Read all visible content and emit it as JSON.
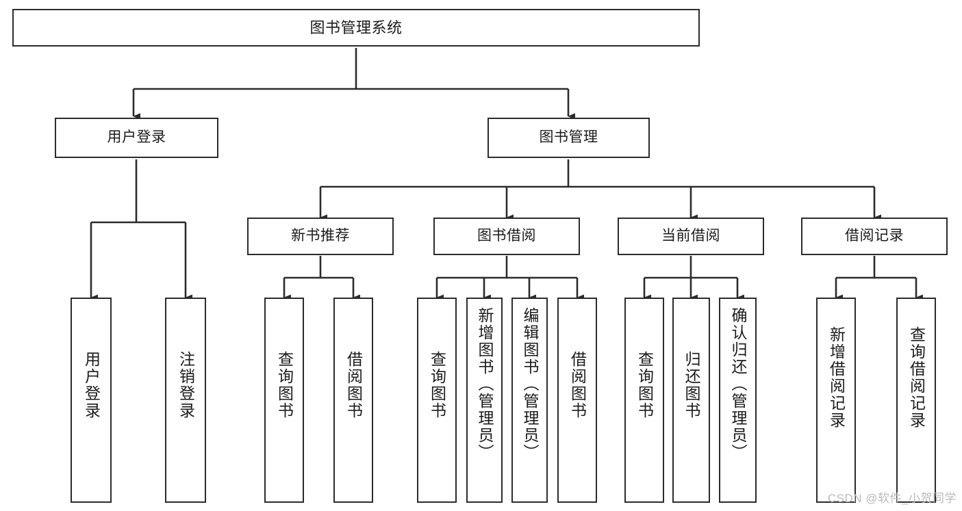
{
  "diagram": {
    "type": "tree-hierarchy",
    "title": "图书管理系统",
    "watermark": "CSDN @软件_小贺同学",
    "colors": {
      "node_border": "#2b2b2b",
      "node_fill": "#ffffff",
      "connector": "#2b2b2b",
      "text": "#1b1b1b",
      "watermark": "#b9b9b9",
      "background": "#ffffff"
    },
    "levels": [
      {
        "level": 1,
        "nodes": [
          {
            "id": "root",
            "label": "图书管理系统"
          }
        ]
      },
      {
        "level": 2,
        "nodes": [
          {
            "id": "user-login",
            "label": "用户登录"
          },
          {
            "id": "book-manage",
            "label": "图书管理"
          }
        ]
      },
      {
        "level": 3,
        "nodes": [
          {
            "id": "new-book-recommend",
            "label": "新书推荐"
          },
          {
            "id": "book-borrow",
            "label": "图书借阅"
          },
          {
            "id": "current-borrow",
            "label": "当前借阅"
          },
          {
            "id": "borrow-record",
            "label": "借阅记录"
          }
        ]
      },
      {
        "level": 4,
        "nodes": [
          {
            "id": "leaf-user-login",
            "label": "用户登录",
            "parent": "user-login"
          },
          {
            "id": "leaf-logout",
            "label": "注销登录",
            "parent": "user-login"
          },
          {
            "id": "leaf-query-book-1",
            "label": "查询图书",
            "parent": "new-book-recommend"
          },
          {
            "id": "leaf-borrow-book-1",
            "label": "借阅图书",
            "parent": "new-book-recommend"
          },
          {
            "id": "leaf-query-book-2",
            "label": "查询图书",
            "parent": "book-borrow"
          },
          {
            "id": "leaf-add-book",
            "label": "新增图书（管理员）",
            "parent": "book-borrow"
          },
          {
            "id": "leaf-edit-book",
            "label": "编辑图书（管理员）",
            "parent": "book-borrow"
          },
          {
            "id": "leaf-borrow-book-2",
            "label": "借阅图书",
            "parent": "book-borrow"
          },
          {
            "id": "leaf-query-book-3",
            "label": "查询图书",
            "parent": "current-borrow"
          },
          {
            "id": "leaf-return-book",
            "label": "归还图书",
            "parent": "current-borrow"
          },
          {
            "id": "leaf-confirm-return",
            "label": "确认归还（管理员）",
            "parent": "current-borrow"
          },
          {
            "id": "leaf-add-record",
            "label": "新增借阅记录",
            "parent": "borrow-record"
          },
          {
            "id": "leaf-query-record",
            "label": "查询借阅记录",
            "parent": "borrow-record"
          }
        ]
      }
    ]
  }
}
